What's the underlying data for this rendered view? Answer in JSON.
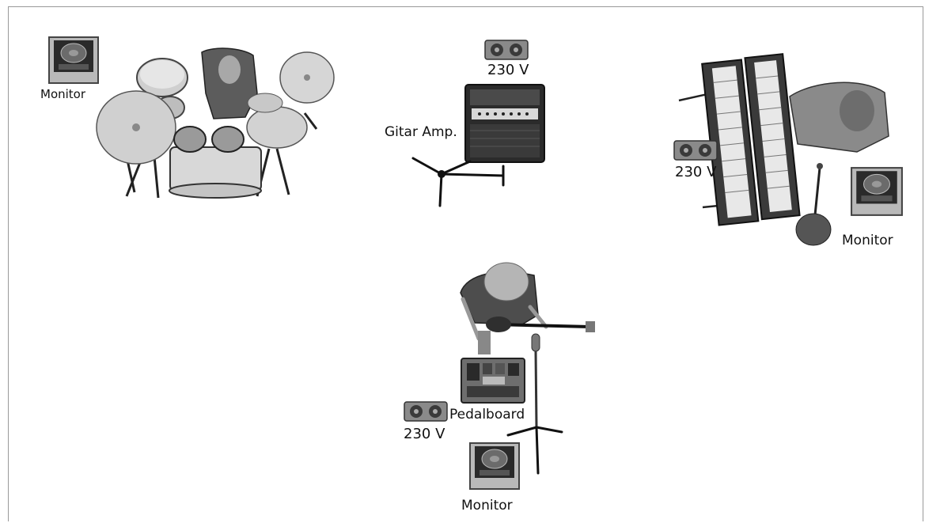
{
  "labels": {
    "monitor_drums": "Monitor",
    "volt_amp": "230 V",
    "gitar_amp": "Gitar Amp.",
    "volt_keys": "230 V",
    "monitor_keys": "Monitor",
    "pedalboard": "Pedalboard",
    "volt_guitar": "230 V",
    "monitor_guitar": "Monitor"
  },
  "icons": {
    "monitor": "floor-monitor-icon",
    "power": "power-outlet-icon",
    "drums": "drum-kit-icon",
    "amp": "guitar-amp-icon",
    "keys": "keyboard-icon",
    "guitarist": "guitarist-icon",
    "mic": "microphone-stand-icon",
    "pedalboard": "pedalboard-icon"
  },
  "colors": {
    "outlet_body": "#8a8a8a",
    "outlet_socket": "#3a3a3a",
    "amp_body": "#2b2b2b",
    "cymbal": "#dcdcdc"
  }
}
